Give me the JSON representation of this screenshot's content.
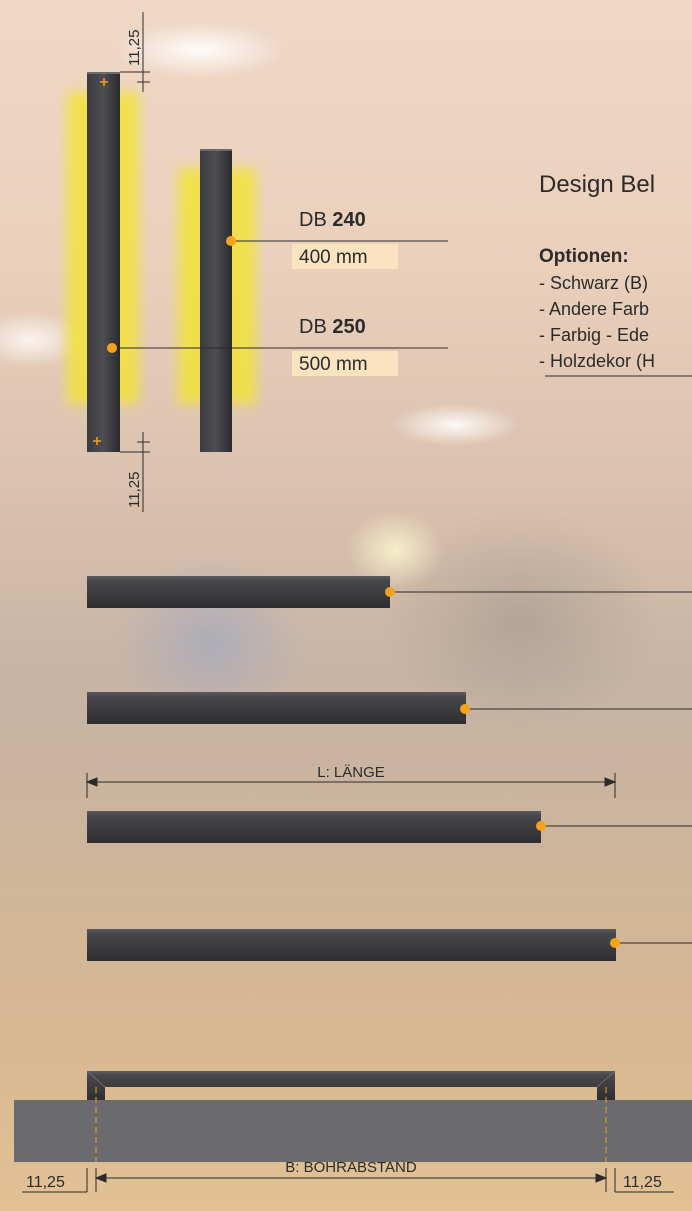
{
  "title": "Design Bel",
  "options": {
    "heading": "Optionen:",
    "items": [
      "- Schwarz (B)",
      "- Andere Farb",
      "- Farbig - Ede",
      "- Holzdekor (H"
    ]
  },
  "models": [
    {
      "prefix": "DB ",
      "code": "240",
      "length": "400 mm"
    },
    {
      "prefix": "DB ",
      "code": "250",
      "length": "500 mm"
    }
  ],
  "dimensions": {
    "offset_top": "11,25",
    "offset_bottom": "11,25",
    "laenge": "L: LÄNGE",
    "bohrabstand": "B: BOHRABSTAND",
    "offset_left": "11,25",
    "offset_right": "11,25"
  },
  "colors": {
    "handle": "#48484c",
    "accent_dot": "#f5a21b",
    "glow": "#f2e33a",
    "label_bg": "#fbe3bf",
    "base_plate": "#6b6b6e"
  }
}
